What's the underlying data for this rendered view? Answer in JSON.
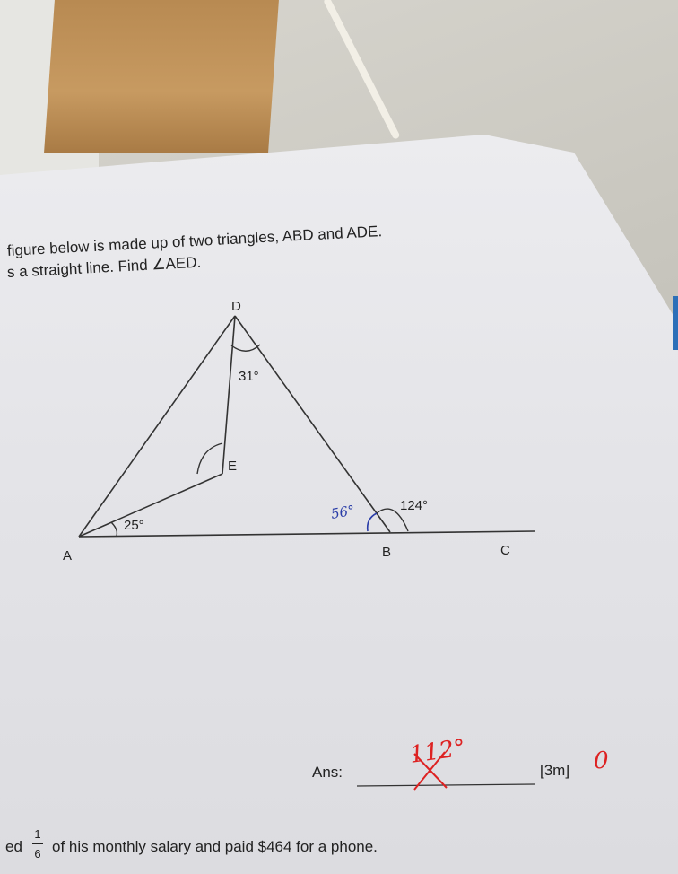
{
  "question": {
    "line1": "figure below is made up of two triangles, ABD and ADE.",
    "line2": "s a straight line. Find ∠AED."
  },
  "diagram": {
    "points": {
      "A": "A",
      "B": "B",
      "C": "C",
      "D": "D",
      "E": "E"
    },
    "angle_D": "31°",
    "angle_A": "25°",
    "angle_B_ext": "124°",
    "angle_B_handwritten": "56°"
  },
  "answer": {
    "label": "Ans:",
    "value": "112°",
    "marks": "[3m]",
    "score": "0"
  },
  "next_question": {
    "prefix": "ed",
    "fraction_num": "1",
    "fraction_den": "6",
    "rest": "of his monthly salary and paid $464 for a phone."
  },
  "colors": {
    "ink": "#222222",
    "red_pen": "#dd2222",
    "blue_pen": "#2a3da8"
  }
}
